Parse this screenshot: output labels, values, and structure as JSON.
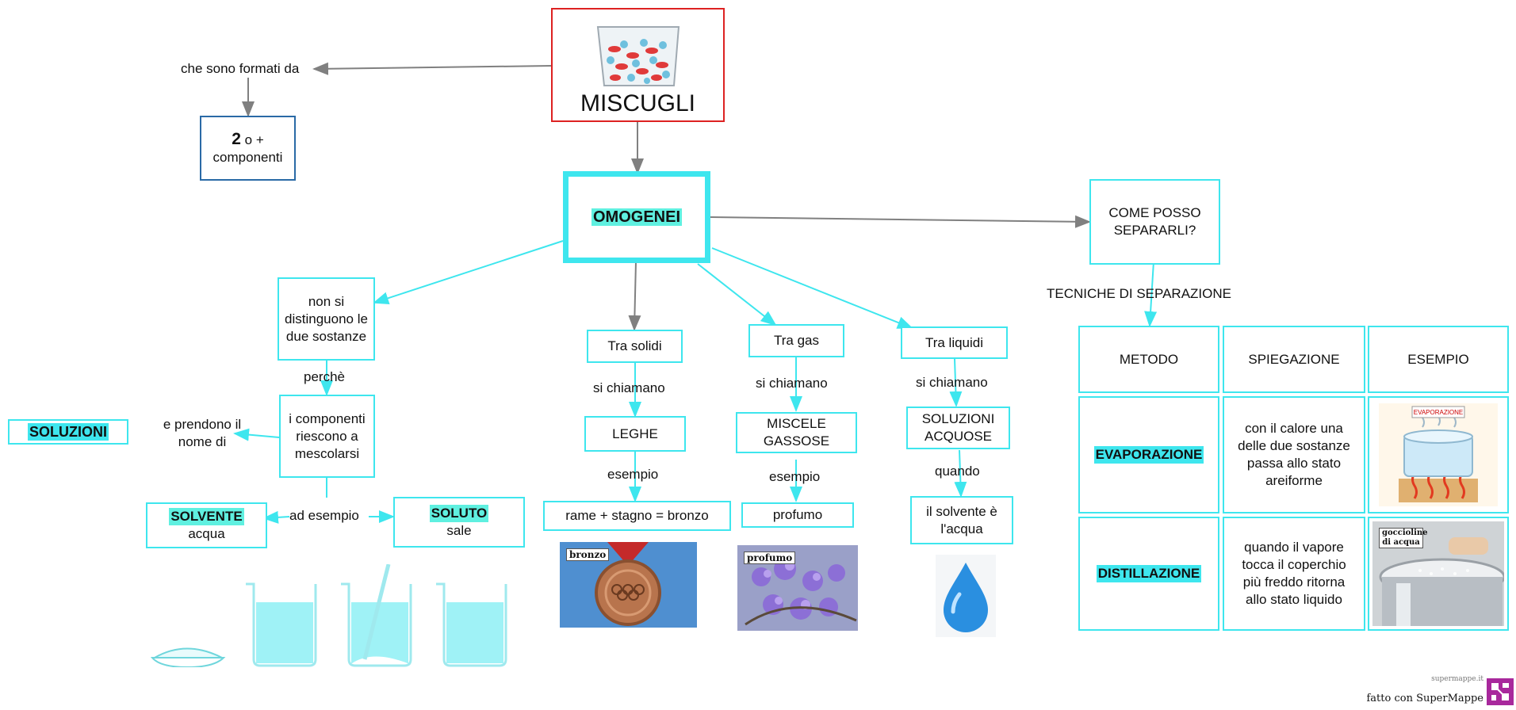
{
  "title": "MISCUGLI",
  "left_branch": {
    "link_formed": "che sono formati da",
    "components_num": "2",
    "components_mid": "o +",
    "components_word": "componenti"
  },
  "homogeneous": "OMOGENEI",
  "not_distinguish": "non si distinguono le due sostanze",
  "perche": "perchè",
  "mix": "i componenti riescono a mescolarsi",
  "take_name": "e prendono il nome di",
  "solutions": "SOLUZIONI",
  "for_example": "ad esempio",
  "solvent": {
    "title": "SOLVENTE",
    "value": "acqua"
  },
  "solute": {
    "title": "SOLUTO",
    "value": "sale"
  },
  "solids": {
    "label": "Tra solidi",
    "link1": "si chiamano",
    "name": "LEGHE",
    "link2": "esempio",
    "example": "rame + stagno = bronzo",
    "photo_tag": "bronzo"
  },
  "gases": {
    "label": "Tra gas",
    "link1": "si chiamano",
    "name": "MISCELE GASSOSE",
    "link2": "esempio",
    "example": "profumo",
    "photo_tag": "profumo"
  },
  "liquids": {
    "label": "Tra liquidi",
    "link1": "si chiamano",
    "name": "SOLUZIONI ACQUOSE",
    "link2": "quando",
    "example": "il solvente è l'acqua"
  },
  "separate": {
    "question": "COME POSSO SEPARARLI?",
    "techniques": "TECNICHE DI SEPARAZIONE"
  },
  "table": {
    "headers": [
      "METODO",
      "SPIEGAZIONE",
      "ESEMPIO"
    ],
    "rows": [
      {
        "method": "EVAPORAZIONE",
        "explanation": "con il calore una delle due sostanze passa allo stato areiforme",
        "image_tag": "EVAPORAZIONE"
      },
      {
        "method": "DISTILLAZIONE",
        "explanation": "quando il vapore tocca il coperchio più freddo ritorna allo stato liquido",
        "image_tag": "goccioline di acqua"
      }
    ]
  },
  "footer": {
    "small": "supermappe.it",
    "text": "fatto con SuperMappe"
  },
  "colors": {
    "link": "#3ee6ee",
    "highlight": "#5ff0e0",
    "title_border": "#d22",
    "components_border": "#2a6aa6",
    "arrow_gray": "#808080"
  }
}
